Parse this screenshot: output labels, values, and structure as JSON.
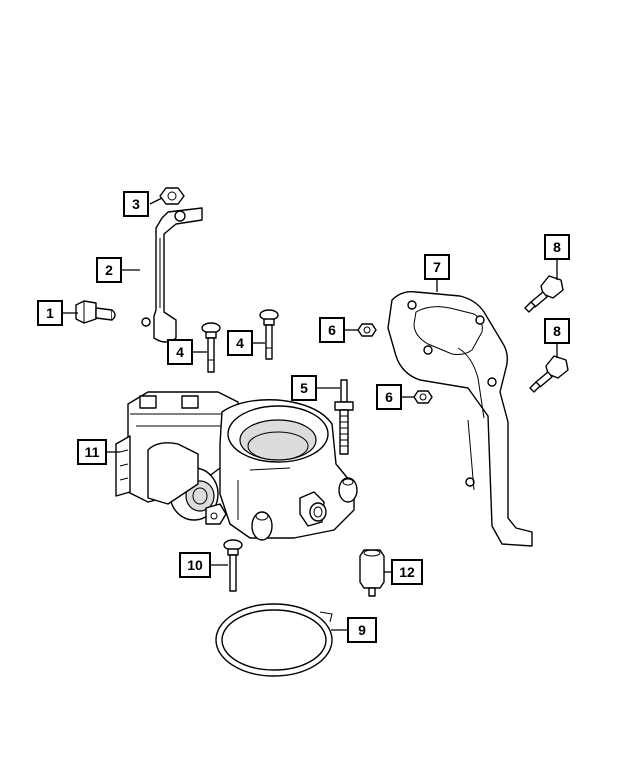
{
  "colors": {
    "line": "#000000",
    "background": "#ffffff",
    "shade": "#dcdcdc"
  },
  "callouts": [
    {
      "id": "c1",
      "label": "1"
    },
    {
      "id": "c2",
      "label": "2"
    },
    {
      "id": "c3",
      "label": "3"
    },
    {
      "id": "c4a",
      "label": "4"
    },
    {
      "id": "c4b",
      "label": "4"
    },
    {
      "id": "c5",
      "label": "5"
    },
    {
      "id": "c6a",
      "label": "6"
    },
    {
      "id": "c6b",
      "label": "6"
    },
    {
      "id": "c7",
      "label": "7"
    },
    {
      "id": "c8a",
      "label": "8"
    },
    {
      "id": "c8b",
      "label": "8"
    },
    {
      "id": "c9",
      "label": "9"
    },
    {
      "id": "c10",
      "label": "10"
    },
    {
      "id": "c11",
      "label": "11"
    },
    {
      "id": "c12",
      "label": "12"
    }
  ]
}
